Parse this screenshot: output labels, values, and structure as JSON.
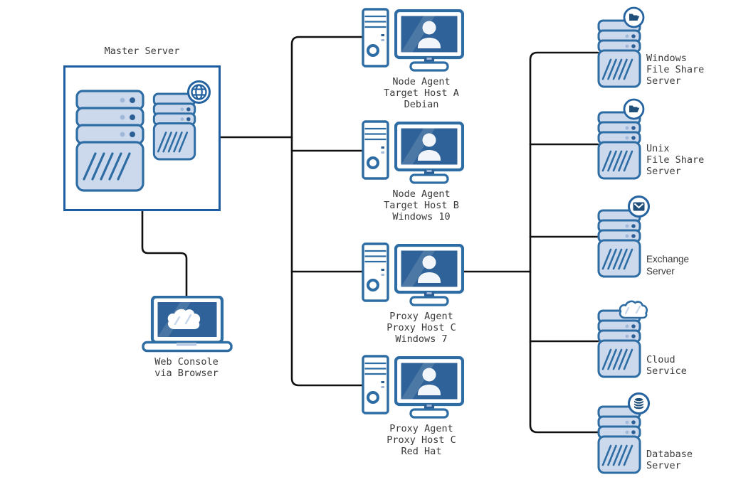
{
  "master": {
    "label": "Master Server"
  },
  "web_console": {
    "label": "Web Console\nvia Browser"
  },
  "workstations": [
    {
      "label": "Node Agent\nTarget Host A\nDebian"
    },
    {
      "label": "Node Agent\nTarget Host B\nWindows 10"
    },
    {
      "label": "Proxy Agent\nProxy Host C\nWindows 7"
    },
    {
      "label": "Proxy Agent\nProxy Host C\nRed Hat"
    }
  ],
  "servers": [
    {
      "label": "Windows\nFile Share\nServer",
      "icon": "folder-icon"
    },
    {
      "label": "Unix\nFile Share\nServer",
      "icon": "folder-icon"
    },
    {
      "label": "Exchange\nServer",
      "icon": "mail-icon"
    },
    {
      "label": "Cloud\nService",
      "icon": "cloud-icon"
    },
    {
      "label": "Database\nServer",
      "icon": "database-icon"
    }
  ],
  "colors": {
    "outline_blue": "#2e6da4",
    "box_border": "#1d5c9e",
    "fill_light": "#ccd9ed",
    "screen_blue": "#2f6298",
    "badge_navy": "#1f4e79",
    "connector": "#111111",
    "text": "#3a3a3a"
  }
}
